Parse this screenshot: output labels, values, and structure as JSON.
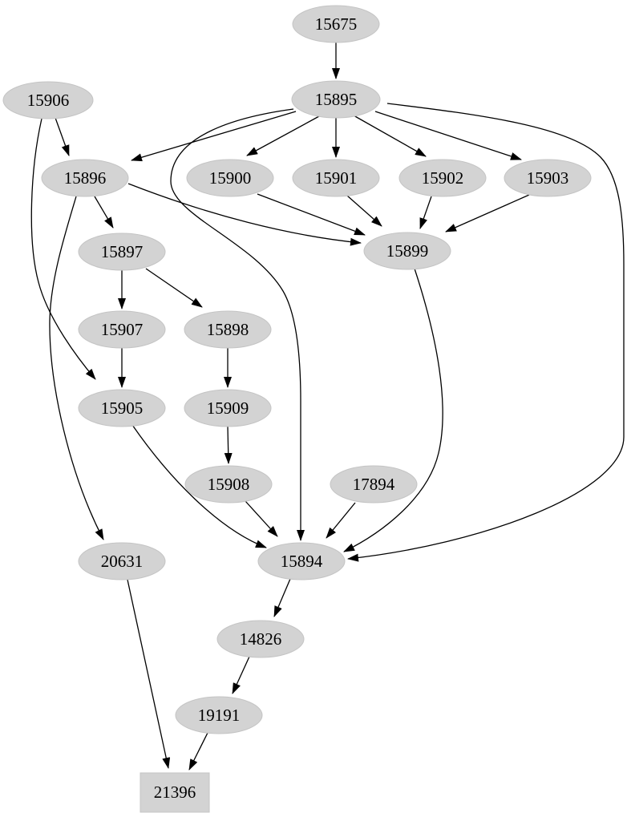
{
  "diagram": {
    "type": "directed-graph",
    "background_color": "#ffffff",
    "node_fill_color": "#d3d3d3",
    "edge_color": "#000000",
    "text_color": "#000000",
    "nodes": [
      {
        "id": "15675",
        "label": "15675",
        "shape": "ellipse"
      },
      {
        "id": "15895",
        "label": "15895",
        "shape": "ellipse"
      },
      {
        "id": "15906",
        "label": "15906",
        "shape": "ellipse"
      },
      {
        "id": "15896",
        "label": "15896",
        "shape": "ellipse"
      },
      {
        "id": "15900",
        "label": "15900",
        "shape": "ellipse"
      },
      {
        "id": "15901",
        "label": "15901",
        "shape": "ellipse"
      },
      {
        "id": "15902",
        "label": "15902",
        "shape": "ellipse"
      },
      {
        "id": "15903",
        "label": "15903",
        "shape": "ellipse"
      },
      {
        "id": "15899",
        "label": "15899",
        "shape": "ellipse"
      },
      {
        "id": "15897",
        "label": "15897",
        "shape": "ellipse"
      },
      {
        "id": "15907",
        "label": "15907",
        "shape": "ellipse"
      },
      {
        "id": "15898",
        "label": "15898",
        "shape": "ellipse"
      },
      {
        "id": "15905",
        "label": "15905",
        "shape": "ellipse"
      },
      {
        "id": "15909",
        "label": "15909",
        "shape": "ellipse"
      },
      {
        "id": "15908",
        "label": "15908",
        "shape": "ellipse"
      },
      {
        "id": "17894",
        "label": "17894",
        "shape": "ellipse"
      },
      {
        "id": "15894",
        "label": "15894",
        "shape": "ellipse"
      },
      {
        "id": "20631",
        "label": "20631",
        "shape": "ellipse"
      },
      {
        "id": "14826",
        "label": "14826",
        "shape": "ellipse"
      },
      {
        "id": "19191",
        "label": "19191",
        "shape": "ellipse"
      },
      {
        "id": "21396",
        "label": "21396",
        "shape": "box"
      }
    ],
    "edges": [
      {
        "from": "15675",
        "to": "15895"
      },
      {
        "from": "15895",
        "to": "15896"
      },
      {
        "from": "15895",
        "to": "15900"
      },
      {
        "from": "15895",
        "to": "15901"
      },
      {
        "from": "15895",
        "to": "15902"
      },
      {
        "from": "15895",
        "to": "15903"
      },
      {
        "from": "15895",
        "to": "15894"
      },
      {
        "from": "15895",
        "to": "15894"
      },
      {
        "from": "15906",
        "to": "15896"
      },
      {
        "from": "15906",
        "to": "15905"
      },
      {
        "from": "15896",
        "to": "15897"
      },
      {
        "from": "15896",
        "to": "15899"
      },
      {
        "from": "15896",
        "to": "20631"
      },
      {
        "from": "15900",
        "to": "15899"
      },
      {
        "from": "15901",
        "to": "15899"
      },
      {
        "from": "15902",
        "to": "15899"
      },
      {
        "from": "15903",
        "to": "15899"
      },
      {
        "from": "15899",
        "to": "15894"
      },
      {
        "from": "15897",
        "to": "15907"
      },
      {
        "from": "15897",
        "to": "15898"
      },
      {
        "from": "15907",
        "to": "15905"
      },
      {
        "from": "15898",
        "to": "15909"
      },
      {
        "from": "15909",
        "to": "15908"
      },
      {
        "from": "15908",
        "to": "15894"
      },
      {
        "from": "15905",
        "to": "15894"
      },
      {
        "from": "17894",
        "to": "15894"
      },
      {
        "from": "15894",
        "to": "14826"
      },
      {
        "from": "14826",
        "to": "19191"
      },
      {
        "from": "19191",
        "to": "21396"
      },
      {
        "from": "20631",
        "to": "21396"
      }
    ]
  }
}
